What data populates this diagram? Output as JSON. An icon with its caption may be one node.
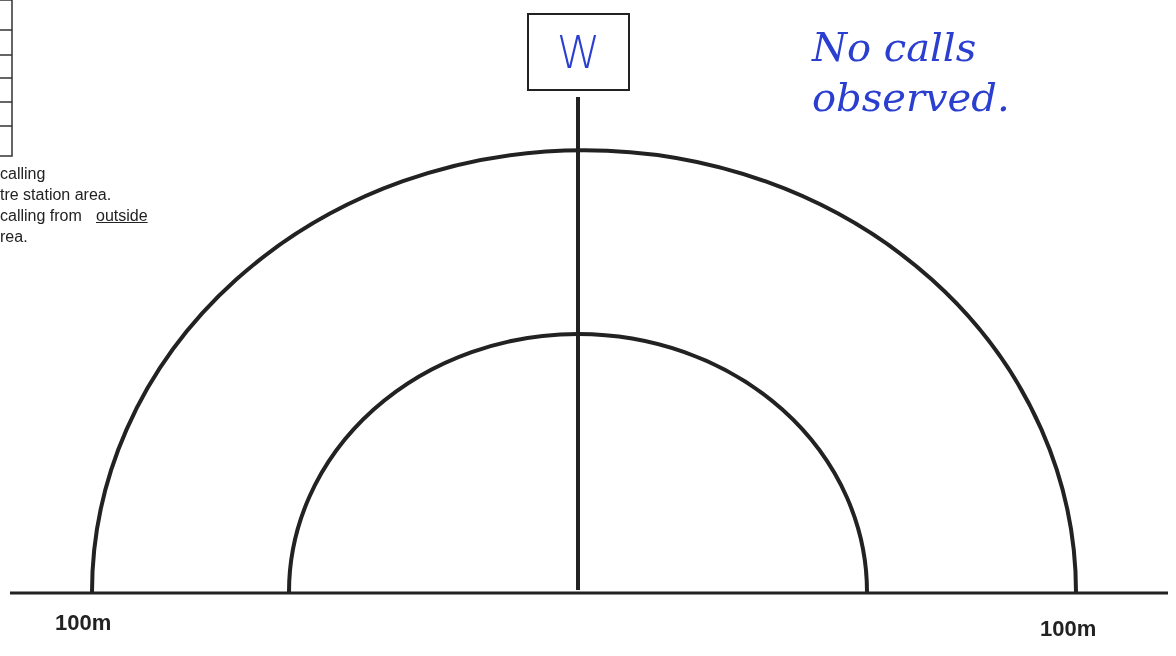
{
  "diagram": {
    "nodes": [
      {
        "text": [
          "W"
        ]
      }
    ],
    "labels": [
      "calling",
      "tre station area.",
      "calling from",
      "outside",
      "rea.",
      "No calls observed.",
      "100m",
      "100m"
    ]
  }
}
